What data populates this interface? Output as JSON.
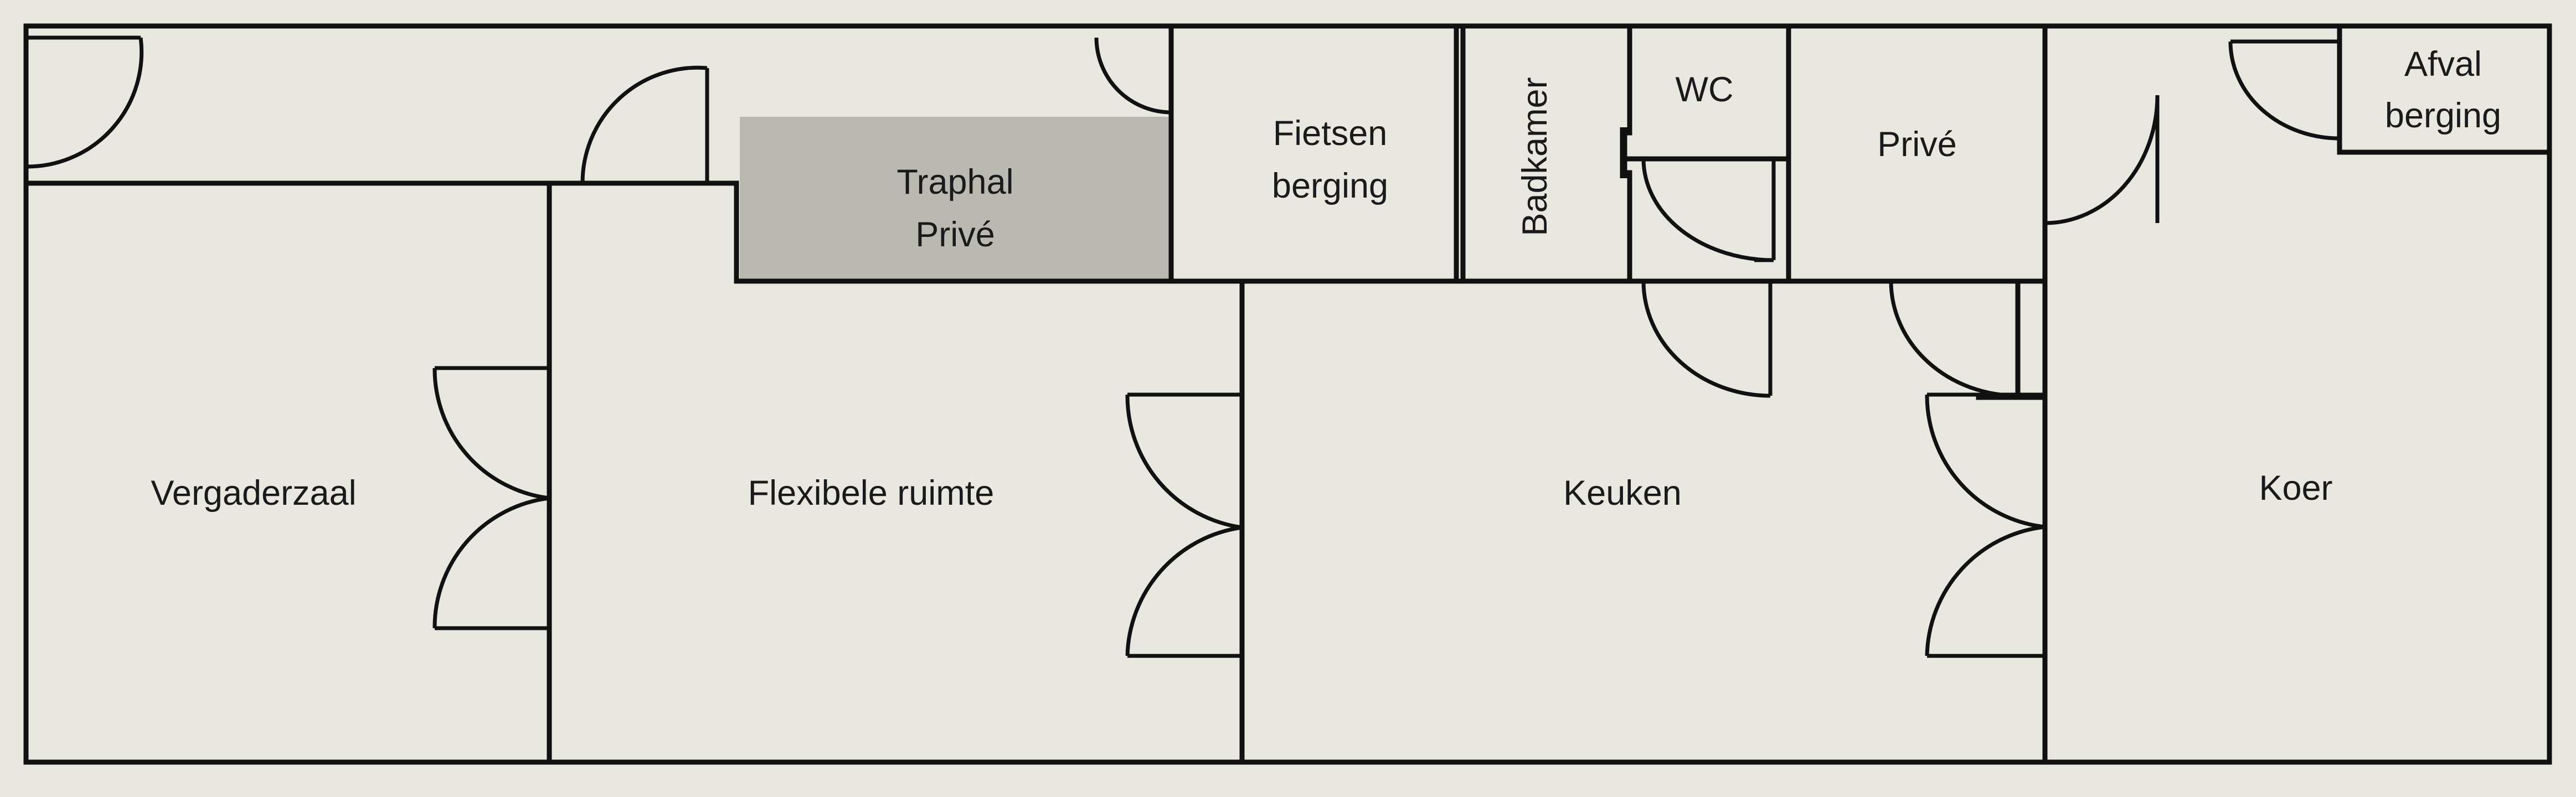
{
  "colors": {
    "background": "#e8e7e0",
    "walls": "#111111",
    "private_stair_fill": "#b9b9b1",
    "label_text": "#1a1a1a"
  },
  "rooms": {
    "vergaderzaal": "Vergaderzaal",
    "flexibele_ruimte": "Flexibele ruimte",
    "keuken": "Keuken",
    "koer": "Koer",
    "traphal": {
      "line1": "Traphal",
      "line2": "Privé"
    },
    "fietsen": {
      "line1": "Fietsen",
      "line2": "berging"
    },
    "badkamer": "Badkamer",
    "wc": "WC",
    "prive": "Privé",
    "afval": {
      "line1": "Afval",
      "line2": "berging"
    }
  }
}
